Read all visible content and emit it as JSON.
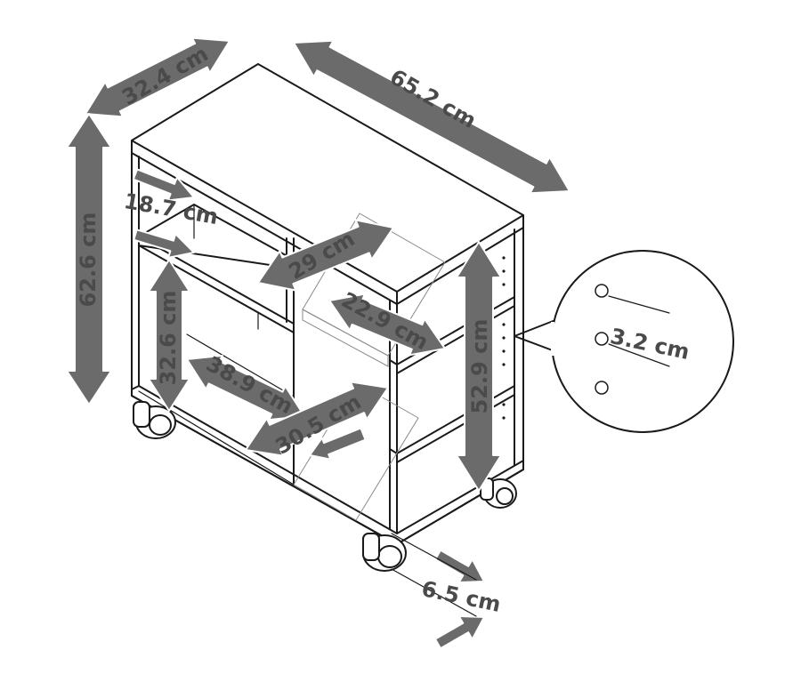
{
  "colors": {
    "arrow": "#6b6b6b",
    "label": "#4a4a4a",
    "line": "#1a1a1a"
  },
  "dimensions": {
    "depth": "32.4 cm",
    "width": "65.2 cm",
    "height": "62.6 cm",
    "top_opening": "18.7 cm",
    "shelf_width": "29 cm",
    "shelf_depth": "22.9 cm",
    "left_opening": "32.6 cm",
    "left_width": "38.9 cm",
    "bottom_depth": "30.5 cm",
    "right_height": "52.9 cm",
    "hole_spacing": "3.2 cm",
    "caster_height": "6.5 cm"
  }
}
